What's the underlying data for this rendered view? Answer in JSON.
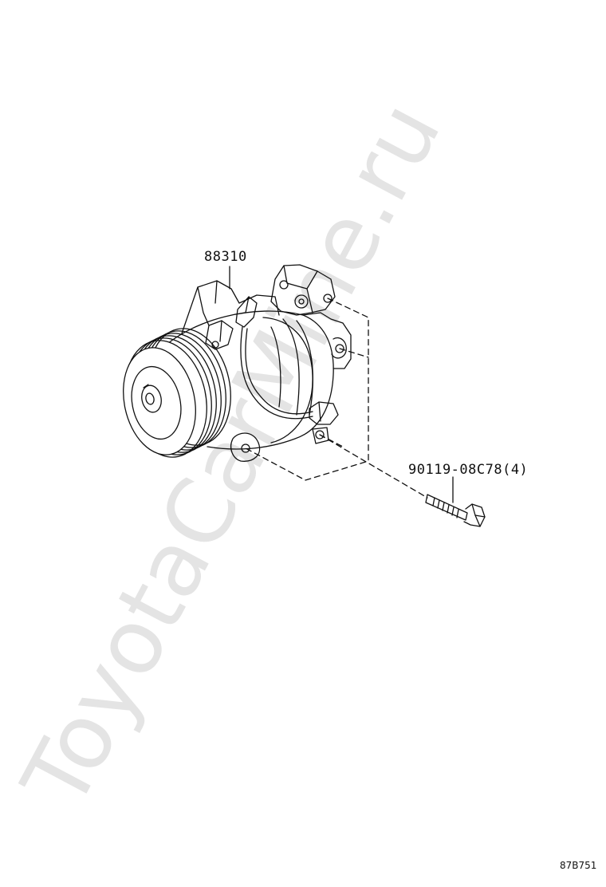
{
  "parts": [
    {
      "number": "88310",
      "name": "compressor"
    },
    {
      "number": "90119-08C78(4)",
      "name": "bolt"
    }
  ],
  "figure_code": "87B751",
  "watermark": "ToyotaCarMine.ru",
  "colors": {
    "line": "#111111",
    "watermark": "#e6e6e6",
    "background": "#ffffff"
  }
}
